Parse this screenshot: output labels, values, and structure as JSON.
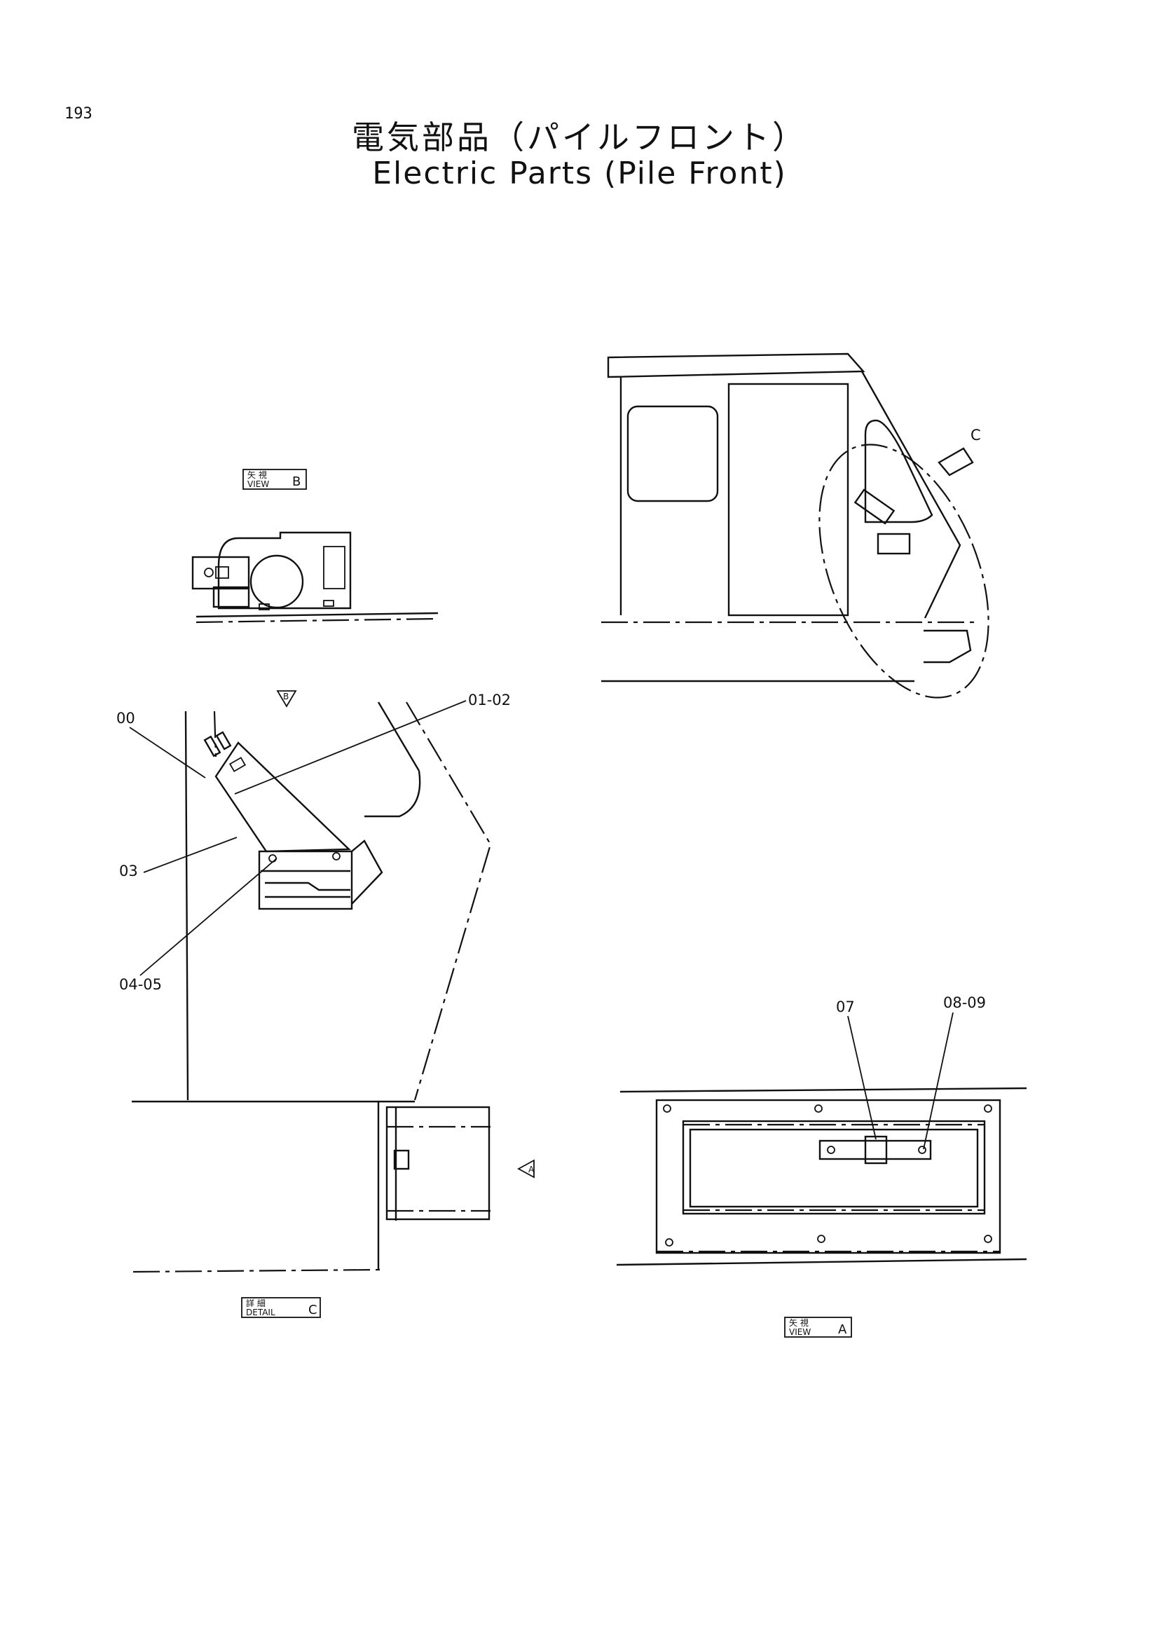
{
  "page": {
    "number": "193",
    "title_jp": "電気部品（パイルフロント）",
    "title_en": "Electric Parts (Pile Front)"
  },
  "views": {
    "view_b": {
      "kanji": "矢 視",
      "label": "VIEW",
      "letter": "B"
    },
    "view_a": {
      "kanji": "矢 視",
      "label": "VIEW",
      "letter": "A"
    },
    "detail_c": {
      "kanji": "詳 細",
      "label": "DETAIL",
      "letter": "C"
    }
  },
  "markers": {
    "arrow_b": "B",
    "arrow_a": "A",
    "callout_c": "C"
  },
  "part_labels": {
    "p00": "00",
    "p01_02": "01-02",
    "p03": "03",
    "p04_05": "04-05",
    "p07": "07",
    "p08_09": "08-09"
  }
}
